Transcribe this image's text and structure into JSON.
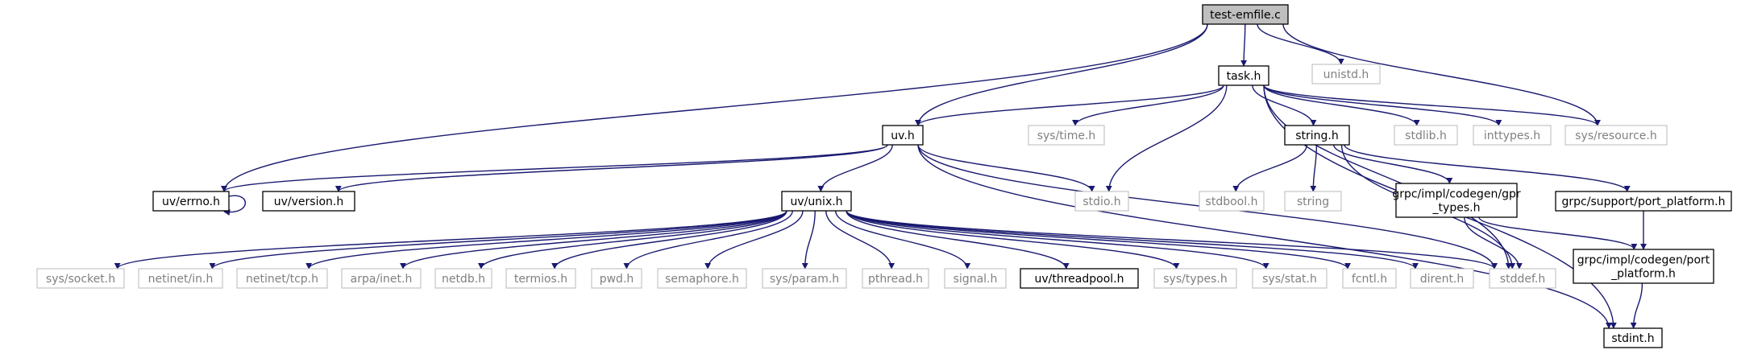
{
  "colors": {
    "edge": "#191970",
    "box_border": "#000000",
    "muted_border": "#bfbfbf",
    "muted_text": "#808080",
    "root_fill": "#bfbfbf"
  },
  "nodes": {
    "test_emfile_c": "test-emfile.c",
    "unistd_h": "unistd.h",
    "task_h": "task.h",
    "uv_h": "uv.h",
    "sys_time_h": "sys/time.h",
    "string_h": "string.h",
    "stdlib_h": "stdlib.h",
    "inttypes_h": "inttypes.h",
    "sys_resource_h": "sys/resource.h",
    "uv_errno_h": "uv/errno.h",
    "uv_version_h": "uv/version.h",
    "uv_unix_h": "uv/unix.h",
    "stdio_h": "stdio.h",
    "stdbool_h": "stdbool.h",
    "string": "string",
    "grpc_gpr_types_h": [
      "grpc/impl/codegen/gpr",
      "_types.h"
    ],
    "grpc_support_port_platform_h": "grpc/support/port_platform.h",
    "grpc_codegen_port_platform_h": [
      "grpc/impl/codegen/port",
      "_platform.h"
    ],
    "sys_socket_h": "sys/socket.h",
    "netinet_in_h": "netinet/in.h",
    "netinet_tcp_h": "netinet/tcp.h",
    "arpa_inet_h": "arpa/inet.h",
    "netdb_h": "netdb.h",
    "termios_h": "termios.h",
    "pwd_h": "pwd.h",
    "semaphore_h": "semaphore.h",
    "sys_param_h": "sys/param.h",
    "pthread_h": "pthread.h",
    "signal_h": "signal.h",
    "uv_threadpool_h": "uv/threadpool.h",
    "sys_types_h": "sys/types.h",
    "sys_stat_h": "sys/stat.h",
    "fcntl_h": "fcntl.h",
    "dirent_h": "dirent.h",
    "stddef_h": "stddef.h",
    "stdint_h": "stdint.h"
  },
  "edges": [
    [
      "test_emfile_c",
      "unistd_h"
    ],
    [
      "test_emfile_c",
      "task_h"
    ],
    [
      "test_emfile_c",
      "uv_h"
    ],
    [
      "test_emfile_c",
      "uv_errno_h"
    ],
    [
      "test_emfile_c",
      "sys_resource_h"
    ],
    [
      "task_h",
      "uv_h"
    ],
    [
      "task_h",
      "sys_time_h"
    ],
    [
      "task_h",
      "stdio_h"
    ],
    [
      "task_h",
      "string_h"
    ],
    [
      "task_h",
      "stdlib_h"
    ],
    [
      "task_h",
      "inttypes_h"
    ],
    [
      "task_h",
      "sys_resource_h"
    ],
    [
      "task_h",
      "stddef_h"
    ],
    [
      "task_h",
      "stdint_h"
    ],
    [
      "uv_h",
      "uv_errno_h"
    ],
    [
      "uv_h",
      "uv_version_h"
    ],
    [
      "uv_h",
      "uv_unix_h"
    ],
    [
      "uv_h",
      "stdio_h"
    ],
    [
      "uv_h",
      "stddef_h"
    ],
    [
      "uv_h",
      "stdint_h"
    ],
    [
      "uv_errno_h",
      "uv_errno_h"
    ],
    [
      "string_h",
      "stdbool_h"
    ],
    [
      "string_h",
      "string"
    ],
    [
      "string_h",
      "grpc_gpr_types_h"
    ],
    [
      "string_h",
      "grpc_support_port_platform_h"
    ],
    [
      "string_h",
      "stddef_h"
    ],
    [
      "grpc_gpr_types_h",
      "stddef_h"
    ],
    [
      "grpc_gpr_types_h",
      "grpc_codegen_port_platform_h"
    ],
    [
      "grpc_support_port_platform_h",
      "grpc_codegen_port_platform_h"
    ],
    [
      "grpc_codegen_port_platform_h",
      "stdint_h"
    ],
    [
      "uv_unix_h",
      "sys_socket_h"
    ],
    [
      "uv_unix_h",
      "netinet_in_h"
    ],
    [
      "uv_unix_h",
      "netinet_tcp_h"
    ],
    [
      "uv_unix_h",
      "arpa_inet_h"
    ],
    [
      "uv_unix_h",
      "netdb_h"
    ],
    [
      "uv_unix_h",
      "termios_h"
    ],
    [
      "uv_unix_h",
      "pwd_h"
    ],
    [
      "uv_unix_h",
      "semaphore_h"
    ],
    [
      "uv_unix_h",
      "sys_param_h"
    ],
    [
      "uv_unix_h",
      "pthread_h"
    ],
    [
      "uv_unix_h",
      "signal_h"
    ],
    [
      "uv_unix_h",
      "uv_threadpool_h"
    ],
    [
      "uv_unix_h",
      "sys_types_h"
    ],
    [
      "uv_unix_h",
      "sys_stat_h"
    ],
    [
      "uv_unix_h",
      "fcntl_h"
    ],
    [
      "uv_unix_h",
      "dirent_h"
    ],
    [
      "uv_unix_h",
      "stddef_h"
    ]
  ]
}
